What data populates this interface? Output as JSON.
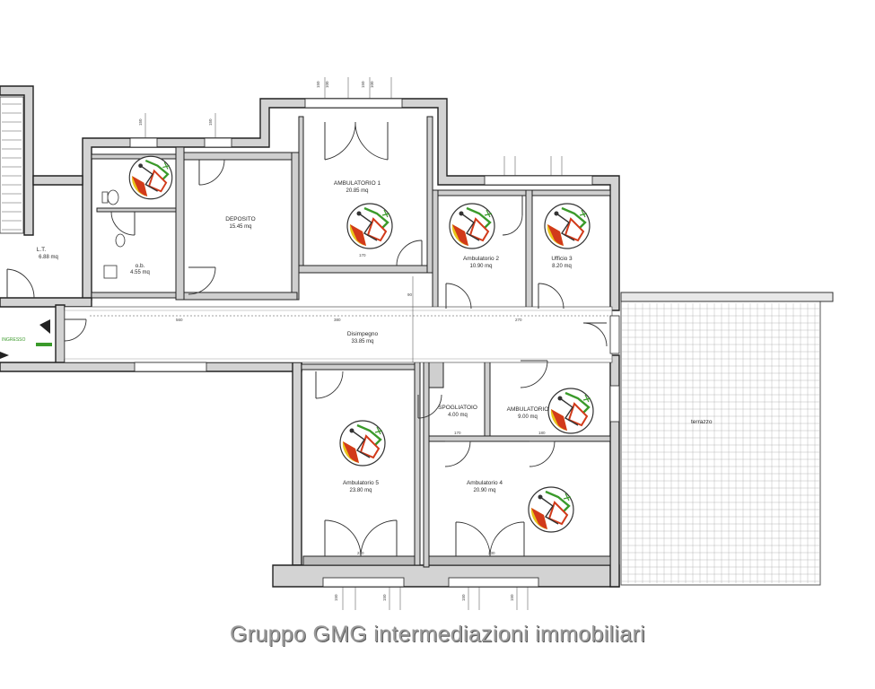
{
  "rooms": {
    "ambulatorio1": {
      "name": "AMBULATORIO 1",
      "area": "20.85 mq"
    },
    "deposito": {
      "name": "DEPOSITO",
      "area": "15.45 mq"
    },
    "lt": {
      "name": "L.T.",
      "area": "6.88 mq"
    },
    "wc": {
      "name": "o.b.",
      "area": "4.55 mq"
    },
    "ambulatorio2": {
      "name": "Ambulatorio 2",
      "area": "10.90 mq"
    },
    "ufficio3": {
      "name": "Ufficio 3",
      "area": "8.20 mq"
    },
    "disimpegno": {
      "name": "Disimpegno",
      "area": "33.85 mq"
    },
    "spogliatoio": {
      "name": "SPOGLIATOIO",
      "area": "4.00 mq"
    },
    "ambulatorio_small": {
      "name": "AMBULATORIO",
      "area": "9.00 mq"
    },
    "ambulatorio5": {
      "name": "Ambulatorio 5",
      "area": "23.80 mq"
    },
    "ambulatorio4": {
      "name": "Ambulatorio 4",
      "area": "20.90 mq"
    },
    "terrazzo": {
      "name": "terrazzo"
    }
  },
  "entrance_label": "INGRESSO",
  "dimensions": {
    "d150": "150",
    "d100": "100",
    "d90": "90",
    "d170": "170",
    "d180": "180",
    "d230": "230",
    "d560": "560",
    "d380": "380",
    "d270": "270"
  },
  "watermark": "Gruppo GMG intermediazioni immobiliari",
  "colors": {
    "wall_fill": "#d3d3d3",
    "wall_line": "#222222",
    "symbol_green": "#3a9a2a",
    "symbol_red": "#d23a1a",
    "symbol_yellow": "#e9c419"
  },
  "icons": {
    "accessibility": "wheelchair-accessibility-icon"
  }
}
